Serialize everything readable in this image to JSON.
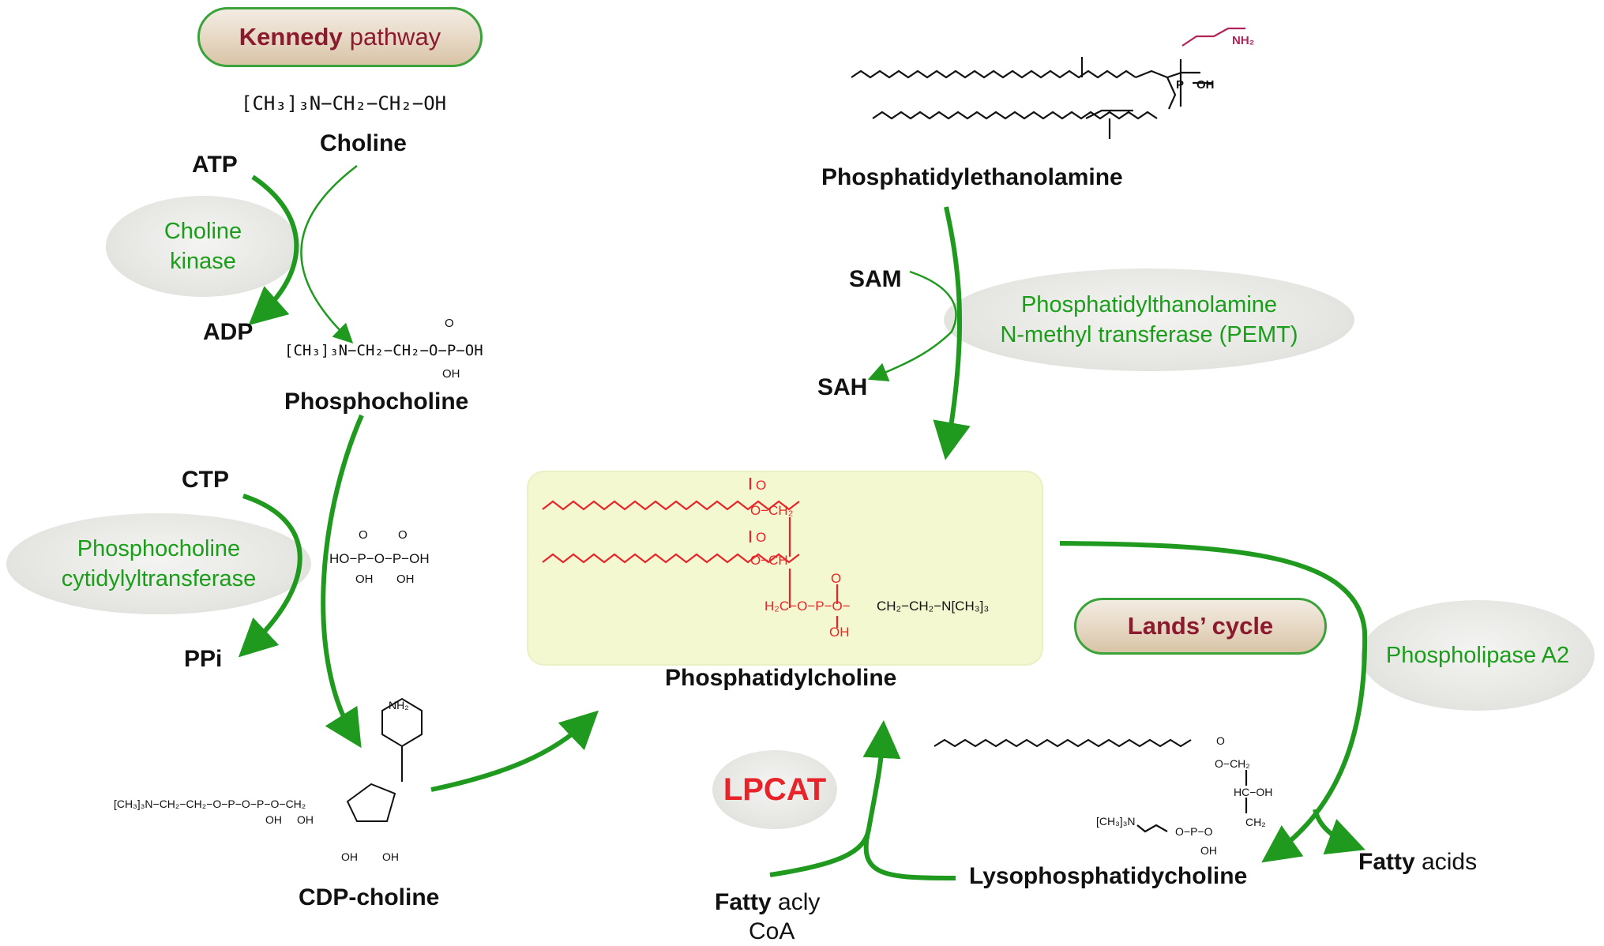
{
  "titles": {
    "kennedy_bold": "Kennedy",
    "kennedy_rest": "pathway",
    "lands": "Lands’ cycle"
  },
  "metabolites": {
    "choline": "Choline",
    "choline_formula": "[CH₃]₃N−CH₂−CH₂−OH",
    "atp": "ATP",
    "adp": "ADP",
    "phosphocholine": "Phosphocholine",
    "phosphocholine_formula": "[CH₃]₃N−CH₂−CH₂−O−P−OH",
    "ctp": "CTP",
    "ppi": "PPi",
    "cdp_choline": "CDP-choline",
    "pe": "Phosphatidylethanolamine",
    "sam": "SAM",
    "sah": "SAH",
    "pc": "Phosphatidylcholine",
    "lysopc": "Lysophosphatidycholine",
    "fatty_acids_bold": "Fatty",
    "fatty_acids_rest": "acids",
    "fatty_acyl_bold": "Fatty",
    "fatty_acyl_rest": "acly",
    "coa": "CoA"
  },
  "enzymes": {
    "choline_kinase_1": "Choline",
    "choline_kinase_2": "kinase",
    "pct_1": "Phosphocholine",
    "pct_2": "cytidylyltransferase",
    "pemt_1": "Phosphatidylthanolamine",
    "pemt_2": "N-methyl transferase (PEMT)",
    "pla2": "Phospholipase A2",
    "lpcat": "LPCAT"
  },
  "structure_text": {
    "o": "O",
    "oh": "OH",
    "nh2": "NH₂",
    "ho": "HO",
    "ch2": "CH₂",
    "ch": "CH",
    "h2c": "H₂C",
    "p": "P",
    "hc": "HC",
    "n_me3": "N[CH₃]₃",
    "me3n": "[CH₃]₃N"
  },
  "colors": {
    "arrow_green": "#1f9a1f",
    "enzyme_text": "#1a9e1a",
    "pc_red": "#e8242a",
    "pc_box": "#f4f8d0",
    "nh2_magenta": "#b0245a",
    "title_maroon": "#8b1a2e"
  }
}
